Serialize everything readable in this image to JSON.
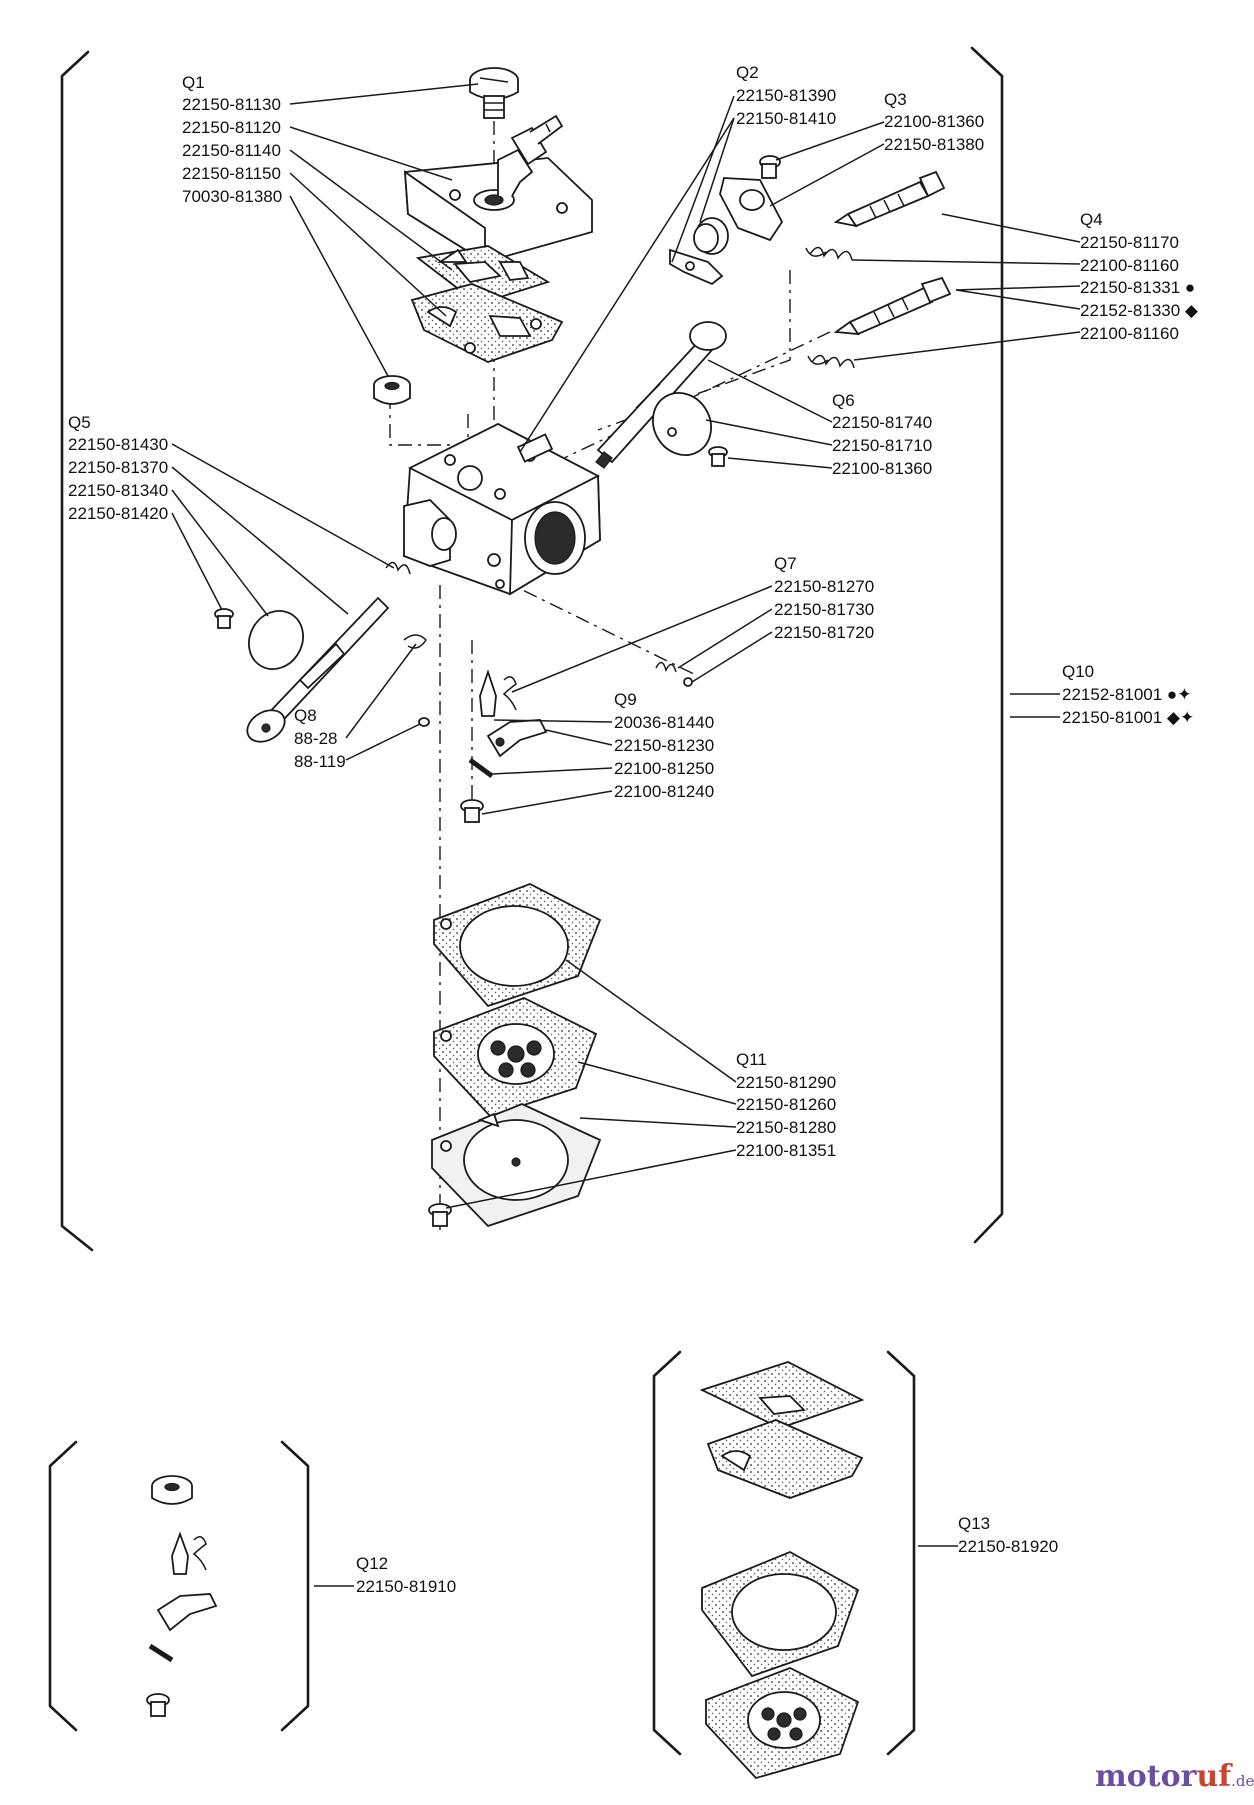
{
  "groups": [
    {
      "id": "Q1",
      "parts": [
        "22150-81130",
        "22150-81120",
        "22150-81140",
        "22150-81150",
        "70030-81380"
      ]
    },
    {
      "id": "Q2",
      "parts": [
        "22150-81390",
        "22150-81410"
      ]
    },
    {
      "id": "Q3",
      "parts": [
        "22100-81360",
        "22150-81380"
      ]
    },
    {
      "id": "Q4",
      "parts": [
        "22150-81170",
        "22100-81160",
        "22150-81331 ●",
        "22152-81330 ◆",
        "22100-81160"
      ]
    },
    {
      "id": "Q5",
      "parts": [
        "22150-81430",
        "22150-81370",
        "22150-81340",
        "22150-81420"
      ]
    },
    {
      "id": "Q6",
      "parts": [
        "22150-81740",
        "22150-81710",
        "22100-81360"
      ]
    },
    {
      "id": "Q7",
      "parts": [
        "22150-81270",
        "22150-81730",
        "22150-81720"
      ]
    },
    {
      "id": "Q8",
      "parts": [
        "88-28",
        "88-119"
      ]
    },
    {
      "id": "Q9",
      "parts": [
        "20036-81440",
        "22150-81230",
        "22100-81250",
        "22100-81240"
      ]
    },
    {
      "id": "Q10",
      "parts": [
        "22152-81001 ●✦",
        "22150-81001 ◆✦"
      ]
    },
    {
      "id": "Q11",
      "parts": [
        "22150-81290",
        "22150-81260",
        "22150-81280",
        "22100-81351"
      ]
    },
    {
      "id": "Q12",
      "parts": [
        "22150-81910"
      ]
    },
    {
      "id": "Q13",
      "parts": [
        "22150-81920"
      ]
    }
  ],
  "watermark": {
    "part1": "motor",
    "part2": "uf",
    "suffix": ".de"
  },
  "icons": [
    "screw-icon",
    "gasket-icon",
    "diaphragm-icon",
    "needle-icon",
    "spring-icon",
    "lever-icon",
    "shaft-icon",
    "plate-icon"
  ]
}
